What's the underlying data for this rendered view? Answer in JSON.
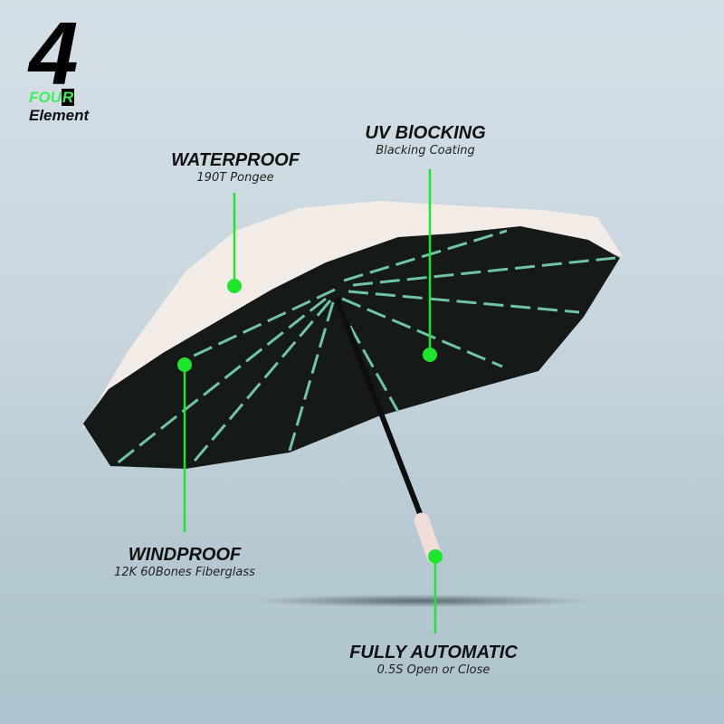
{
  "logo": {
    "number": "4",
    "word_green": "FOU",
    "word_boxed": "R",
    "subtitle": "Element"
  },
  "features": [
    {
      "title": "WATERPROOF",
      "subtitle": "190T Pongee"
    },
    {
      "title": "UV BlOCKING",
      "subtitle": "Blacking Coating"
    },
    {
      "title": "WINDPROOF",
      "subtitle": "12K 60Bones Fiberglass"
    },
    {
      "title": "FULLY AUTOMATIC",
      "subtitle": "0.5S Open or Close"
    }
  ],
  "colors": {
    "accent": "#1ee62d",
    "canopy_inner": "#141816",
    "canopy_outer": "#f3ece6",
    "rib": "#6fc4a8",
    "background_top": "#d5dfe6",
    "background_bottom": "#aec3cd"
  }
}
